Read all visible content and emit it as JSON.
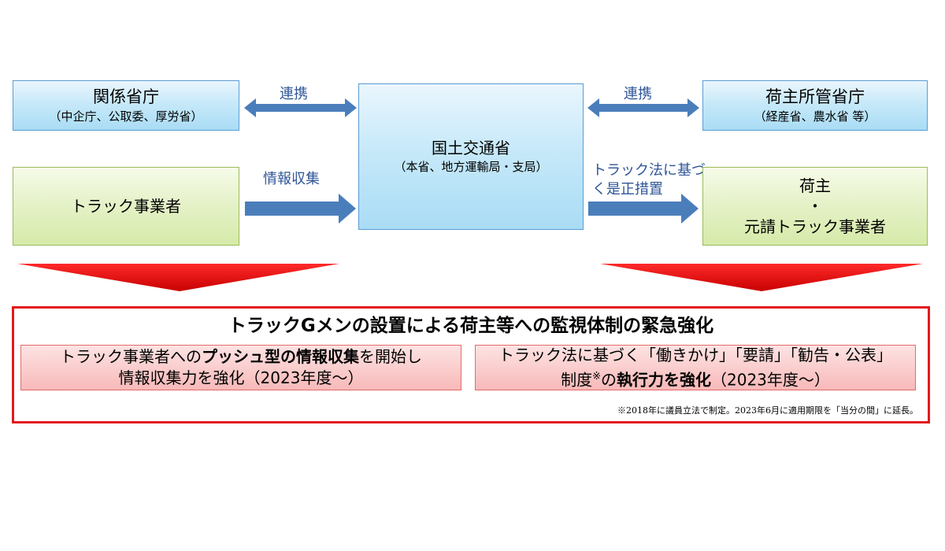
{
  "top_left": {
    "title": "関係省庁",
    "sub": "（中企庁、公取委、厚労省）"
  },
  "middle_left": {
    "title": "トラック事業者"
  },
  "center": {
    "title": "国土交通省",
    "sub": "（本省、地方運輸局・支局）"
  },
  "top_right": {
    "title": "荷主所管省庁",
    "sub": "（経産省、農水省 等）"
  },
  "middle_right": {
    "line1": "荷主",
    "line2": "・",
    "line3": "元請トラック事業者"
  },
  "arrows": {
    "left_top_label": "連携",
    "right_top_label": "連携",
    "left_mid_label": "情報収集",
    "right_mid_label_line1": "トラック法に基づ",
    "right_mid_label_line2": "く是正措置"
  },
  "frame": {
    "title": "トラックGメンの設置による荷主等への監視体制の緊急強化",
    "left_box": {
      "l1_a": "トラック事業者への",
      "l1_b": "プッシュ型の情報収集",
      "l1_c": "を開始し",
      "l2": "情報収集力を強化（2023年度～）"
    },
    "right_box": {
      "l1": "トラック法に基づく「働きかけ」「要請」「勧告・公表」",
      "l2_a": "制度",
      "l2_b": "※",
      "l2_c": "の",
      "l2_d": "執行力を強化",
      "l2_e": "（2023年度～）"
    },
    "note": "※2018年に議員立法で制定。2023年6月に適用期限を「当分の間」に延長。"
  },
  "colors": {
    "arrow_blue": "#4a7ebb",
    "frame_red": "#e3191b",
    "chevron_red": "#e3191b"
  }
}
